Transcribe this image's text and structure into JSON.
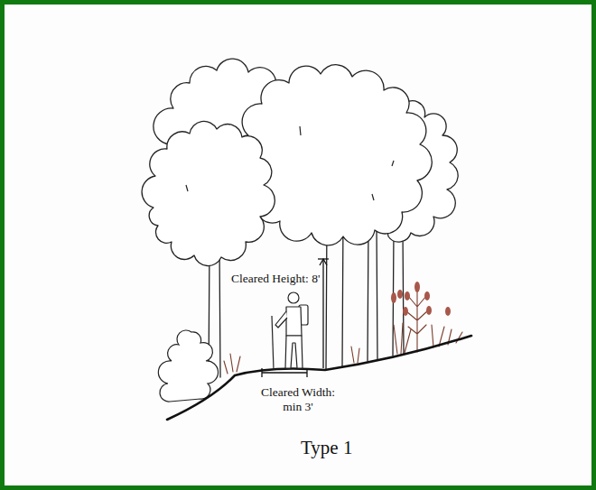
{
  "diagram": {
    "caption": "Type 1",
    "labels": [
      "Cleared Height: 8'",
      "Cleared Width: min 3'"
    ]
  }
}
